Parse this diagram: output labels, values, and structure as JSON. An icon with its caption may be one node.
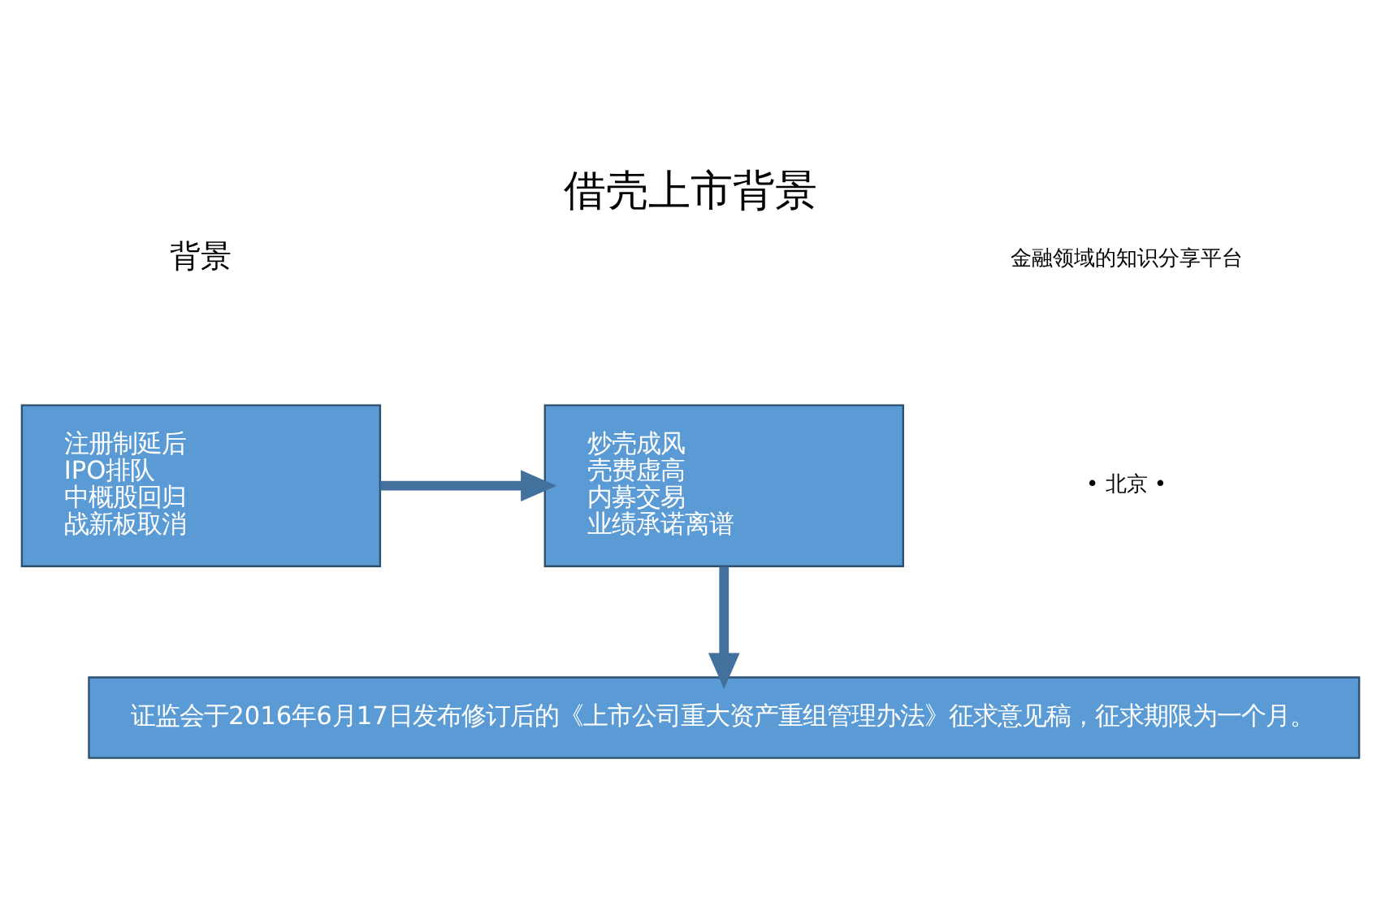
{
  "diagram": {
    "title": "借壳上市背景",
    "nodes": [
      {
        "text": [
          "注册制延后",
          "IPO排队",
          "中概股回归",
          "战新板取消"
        ]
      },
      {
        "text": [
          "炒壳成风",
          "壳费虚高",
          "内募交易",
          "业绩承诺离谱"
        ]
      },
      {
        "text": [
          "证监会于2016年6月17日发布修订后的《上市公司重大资产重组管理办法》征求意见稿，征求期限为一个月。"
        ]
      }
    ],
    "edges": [
      {
        "from": 0,
        "to": 1,
        "arrow": "to"
      },
      {
        "from": 1,
        "to": 2,
        "arrow": "to"
      }
    ],
    "labels": [
      "背景",
      "金融领域的知识分享平台",
      "• 北京 •"
    ]
  }
}
